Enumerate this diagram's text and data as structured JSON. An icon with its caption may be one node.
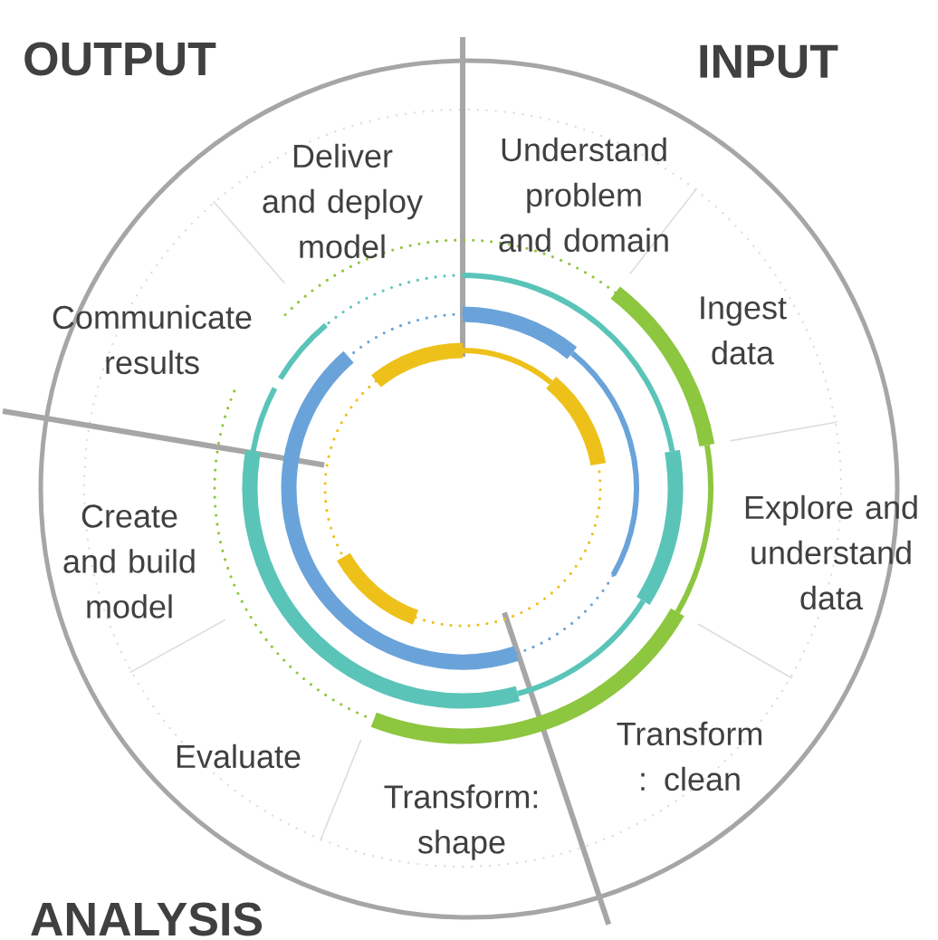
{
  "diagram": {
    "labels": [
      "OUTPUT",
      "INPUT",
      "Deliver and deploy model",
      "Understand problem and domain",
      "Communicate results",
      "Ingest data",
      "Create and build model",
      "Explore and understand data",
      "Evaluate",
      "Transform : clean",
      "Transform: shape",
      "ANALYSIS"
    ]
  }
}
